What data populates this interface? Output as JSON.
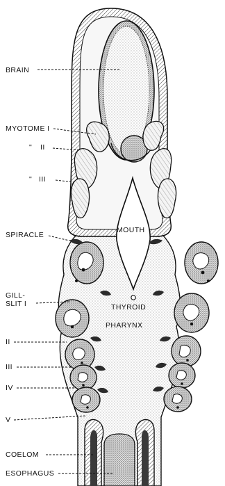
{
  "figure": {
    "labels": {
      "brain": "BRAIN",
      "myotome_1": "MYOTOME I",
      "myotome_2_ditto": "\"",
      "myotome_2": "II",
      "myotome_3_ditto": "\"",
      "myotome_3": "III",
      "spiracle": "SPIRACLE",
      "mouth": "MOUTH",
      "gill_slit_line1": "GILL-",
      "gill_slit_line2": "SLIT I",
      "thyroid": "THYROID",
      "pharynx": "PHARYNX",
      "slit_2": "II",
      "slit_3": "III",
      "slit_4": "IV",
      "slit_5": "V",
      "coelom": "COELOM",
      "esophagus": "ESOPHAGUS"
    },
    "colors": {
      "ink": "#111111",
      "paper": "#ffffff",
      "stipple": "#8a8a8a",
      "dark_tissue": "#3a3a3a"
    }
  }
}
